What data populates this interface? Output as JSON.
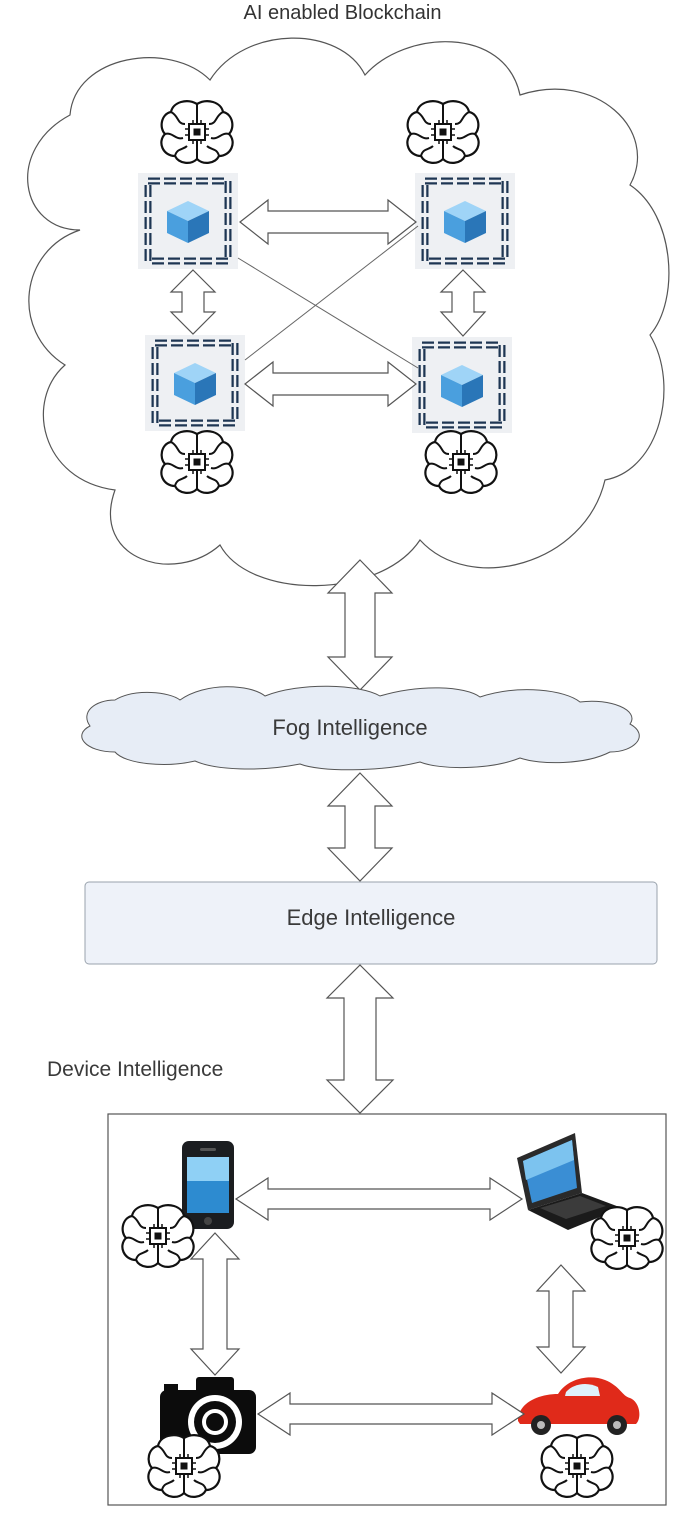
{
  "diagram": {
    "title": "AI enabled Blockchain",
    "fog_label": "Fog Intelligence",
    "edge_label": "Edge Intelligence",
    "device_label": "Device Intelligence"
  },
  "colors": {
    "cloud_outline": "#555555",
    "fog_fill": "#e7edf6",
    "edge_fill": "#eef2f9",
    "chain_link": "#1e3653",
    "block_cube": "#3d8fd0",
    "arrow_fill": "#ffffff",
    "car_body": "#e02a1a"
  },
  "icons": {
    "blockchain_nodes": [
      "blockchain-block-icon",
      "blockchain-block-icon",
      "blockchain-block-icon",
      "blockchain-block-icon"
    ],
    "ai": "brain-chip-icon",
    "devices": [
      "smartphone-icon",
      "laptop-icon",
      "camera-icon",
      "car-icon"
    ]
  }
}
